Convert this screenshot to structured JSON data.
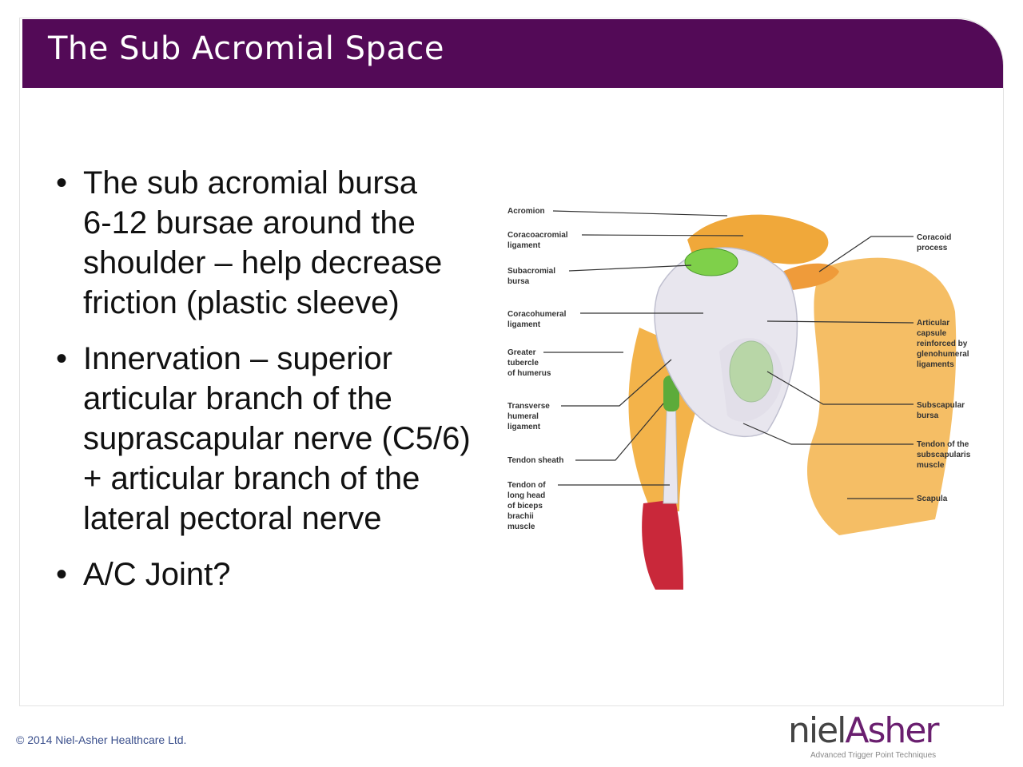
{
  "slide": {
    "title": "The Sub Acromial Space",
    "bullets": [
      {
        "lines": [
          "The sub acromial bursa",
          "6-12 bursae around the",
          "shoulder – help decrease",
          "friction (plastic sleeve)"
        ]
      },
      {
        "lines": [
          "Innervation – superior",
          "articular branch of the",
          "suprascapular nerve (C5/6)",
          "+ articular branch of the",
          "lateral pectoral nerve"
        ]
      },
      {
        "lines": [
          "A/C Joint?"
        ]
      }
    ],
    "bullet_glyph": "•"
  },
  "diagram": {
    "labels_left": [
      [
        "Acromion"
      ],
      [
        "Coracoacromial",
        "ligament"
      ],
      [
        "Subacromial",
        "bursa"
      ],
      [
        "Coracohumeral",
        "ligament"
      ],
      [
        "Greater",
        "tubercle",
        "of humerus"
      ],
      [
        "Transverse",
        "humeral",
        "ligament"
      ],
      [
        "Tendon sheath"
      ],
      [
        "Tendon of",
        "long head",
        "of biceps",
        "brachii",
        "muscle"
      ]
    ],
    "labels_right": [
      [
        "Coracoid",
        "process"
      ],
      [
        "Articular",
        "capsule",
        "reinforced by",
        "glenohumeral",
        "ligaments"
      ],
      [
        "Subscapular",
        "bursa"
      ],
      [
        "Tendon of the",
        "subscapularis",
        "muscle"
      ],
      [
        "Scapula"
      ]
    ],
    "colors": {
      "bone": "#f3b34a",
      "ligament": "#e8e6ee",
      "bursa": "#7fd04a",
      "muscle": "#c9283a"
    }
  },
  "footer": {
    "copyright": "© 2014 Niel-Asher Healthcare Ltd.",
    "logo_part1": "niel",
    "logo_part2": "Asher",
    "logo_tagline": "Advanced Trigger Point Techniques"
  },
  "theme": {
    "title_bar": "#530a57"
  }
}
